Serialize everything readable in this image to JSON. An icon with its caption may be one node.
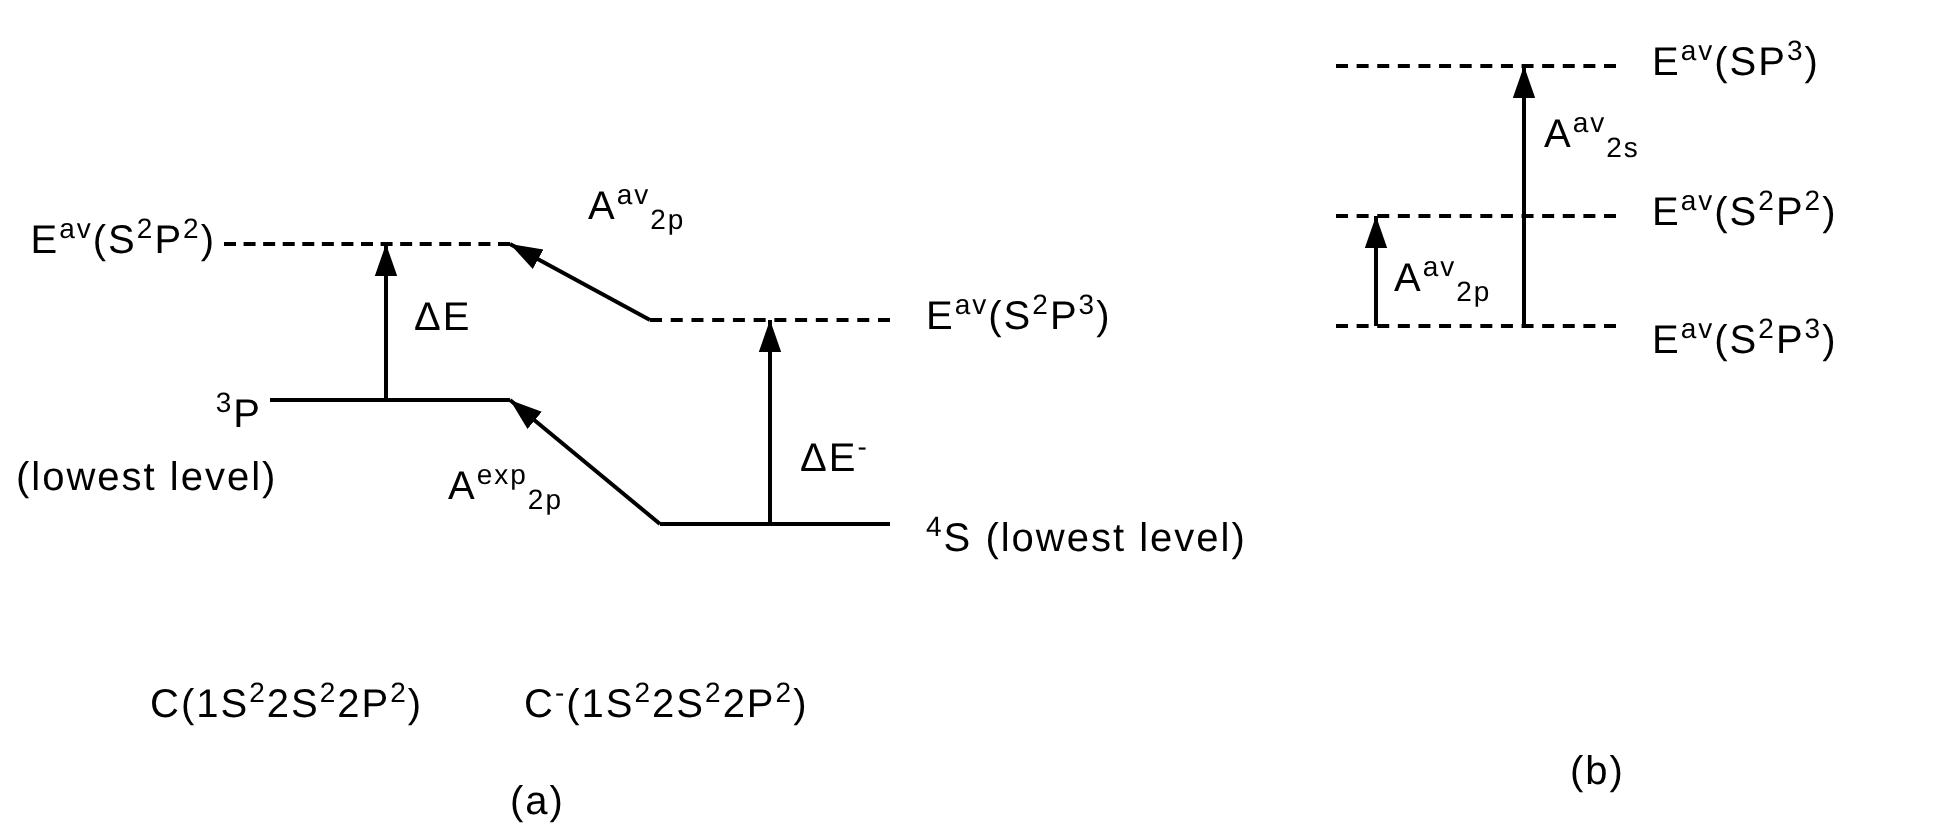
{
  "diagram": {
    "nodes": [
      {
        "text": [
          "E$^{av}$(S$^{2}$P$^{2}$)"
        ]
      },
      {
        "text": [
          "E$^{av}$(S$^{2}$P$^{3}$)"
        ]
      },
      {
        "text": [
          "$^{3}$P"
        ],
        "beside": [
          "(lowest level)"
        ]
      },
      {
        "text": [
          "$^{4}$S (lowest level)"
        ]
      },
      {
        "text": [
          "E$^{av}$(SP$^{3}$)"
        ]
      },
      {
        "text": [
          "E$^{av}$(S$^{2}$P$^{2}$)"
        ]
      },
      {
        "text": [
          "E$^{av}$(S$^{2}$P$^{3}$)"
        ]
      }
    ],
    "edges": [
      {
        "from": 1,
        "to": 0,
        "arrow": "to",
        "label": "A$^{av}$$_{2p}$"
      },
      {
        "from": 2,
        "to": 0,
        "arrow": "to",
        "label": "ΔE"
      },
      {
        "from": 3,
        "to": 1,
        "arrow": "to",
        "label": "ΔE$^{-}$"
      },
      {
        "from": 3,
        "to": 2,
        "arrow": "to",
        "label": "A$^{exp}$$_{2p}$"
      },
      {
        "from": 6,
        "to": 4,
        "arrow": "to",
        "label": "A$^{av}$$_{2s}$"
      },
      {
        "from": 6,
        "to": 5,
        "arrow": "to",
        "label": "A$^{av}$$_{2p}$"
      }
    ],
    "labels": [
      "C(1S$^{2}$2S$^{2}$2P$^{2}$)",
      "C$^{-}$(1S$^{2}$2S$^{2}$2P$^{2}$)",
      "(a)",
      "(b)"
    ]
  }
}
